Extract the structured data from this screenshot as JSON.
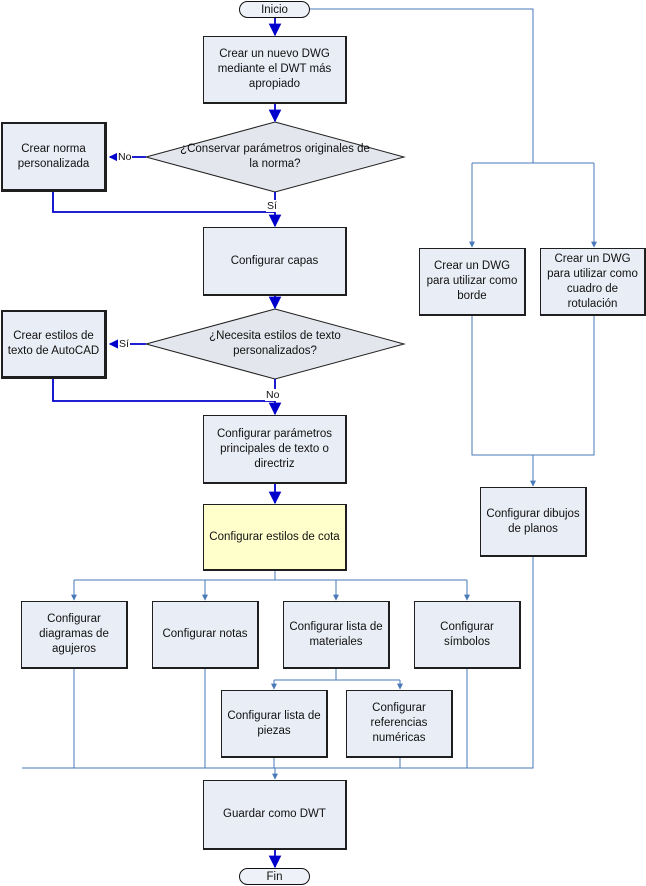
{
  "terminals": {
    "start": "Inicio",
    "end": "Fin"
  },
  "steps": {
    "create_dwg": "Crear un nuevo DWG mediante el DWT más apropiado",
    "custom_standard": "Crear norma personalizada",
    "layers": "Configurar capas",
    "autocad_text_styles": "Crear estilos de texto de AutoCAD",
    "text_params": "Configurar parámetros principales de texto o directriz",
    "dim_styles": "Configurar estilos de cota",
    "hole_charts": "Configurar diagramas de agujeros",
    "notes": "Configurar notas",
    "bom": "Configurar lista de materiales",
    "symbols": "Configurar símbolos",
    "parts_list": "Configurar lista de piezas",
    "balloons": "Configurar referencias numéricas",
    "save_dwt": "Guardar como DWT",
    "border_dwg": "Crear un DWG para utilizar como borde",
    "title_block_dwg": "Crear un DWG para utilizar como cuadro de rotulación",
    "drawing_sheets": "Configurar dibujos de planos"
  },
  "decisions": {
    "keep_params": "¿Conservar parámetros originales de la norma?",
    "need_text_styles": "¿Necesita estilos de texto personalizados?"
  },
  "edge_labels": {
    "keep_no": "No",
    "keep_yes": "Sí",
    "text_yes": "Sí",
    "text_no": "No"
  },
  "colors": {
    "main_flow": "#0000cc",
    "branch_flow": "#4a79b8",
    "box_fill": "#e9edf5",
    "highlight_fill": "#ffffcc"
  }
}
